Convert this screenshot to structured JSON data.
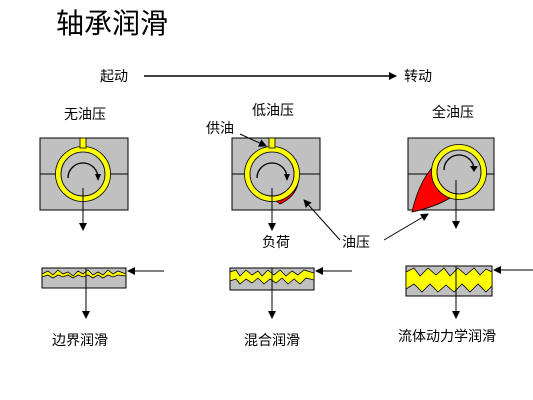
{
  "title": "轴承润滑",
  "axis": {
    "start": "起动",
    "end": "转动"
  },
  "states": [
    {
      "label": "无油压"
    },
    {
      "label": "低油压"
    },
    {
      "label": "全油压"
    }
  ],
  "annotations": {
    "supply_oil": "供油",
    "load": "负荷",
    "oil_pressure": "油压"
  },
  "regimes": [
    {
      "label": "边界润滑"
    },
    {
      "label": "混合润滑"
    },
    {
      "label": "流体动力学润滑"
    }
  ],
  "colors": {
    "bearing_ring": "#ffff00",
    "oil_film": "#ff0000",
    "housing": "#c0c0c0",
    "surface_fill": "#ffff00"
  }
}
